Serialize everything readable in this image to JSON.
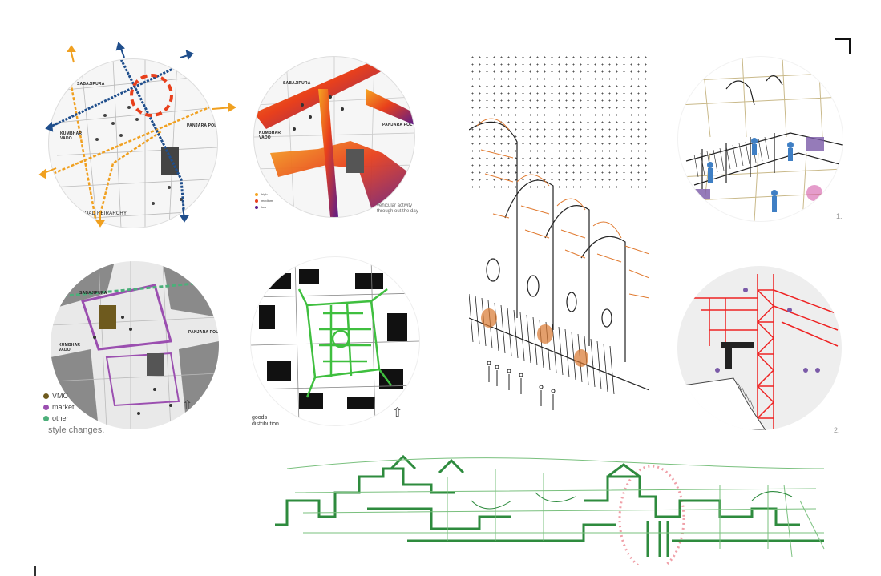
{
  "maps": {
    "road": {
      "district_north": "SABAJIPURA",
      "district_east": "PANJARA POL",
      "district_west": "KUMBHAR VADO",
      "caption": "ROAD HEIRARCHY"
    },
    "traffic": {
      "district_north": "SABAJIPURA",
      "district_east": "PANJARA POL",
      "district_west": "KUMBHAR VADO",
      "legend": [
        {
          "label": "high",
          "color": "#f5a623"
        },
        {
          "label": "medium",
          "color": "#e8401c"
        },
        {
          "label": "low",
          "color": "#5a1c8c"
        }
      ],
      "caption_line1": "vehicular activity",
      "caption_line2": "through out the day"
    },
    "style": {
      "district_north": "SABAJIPURA",
      "district_east": "PANJARA POL",
      "district_west": "KUMBHAR VADO",
      "legend": [
        {
          "label": "VMC",
          "color": "#6e5a1e"
        },
        {
          "label": "market",
          "color": "#9b4fb0"
        },
        {
          "label": "other",
          "color": "#4caf7a"
        }
      ],
      "caption": "style changes."
    },
    "goods": {
      "caption_line1": "goods",
      "caption_line2": "distribution"
    }
  },
  "sketch_numbers": [
    "1.",
    "2."
  ],
  "colors": {
    "orange": "#f0a020",
    "navy": "#1f4e8c",
    "red": "#e8401c",
    "green": "#2e8b3e",
    "sketch_orange": "#e07a30",
    "map_gray": "#9a9a9a"
  },
  "icons": [
    "north-arrow-icon",
    "corner-bracket-icon"
  ]
}
